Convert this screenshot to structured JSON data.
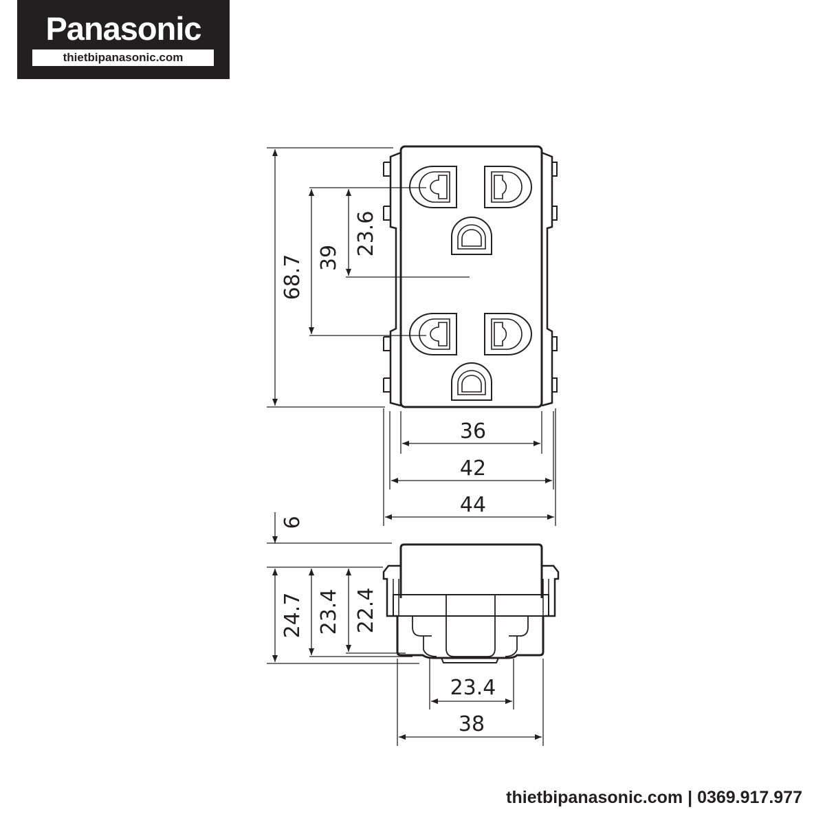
{
  "logo": {
    "brand": "Panasonic",
    "url": "thietbipanasonic.com"
  },
  "dimensions": {
    "height_total": "68.7",
    "outlet_pitch": "39",
    "outlet_offset": "23.6",
    "width_inner": "36",
    "width_mid": "42",
    "width_total": "44",
    "face_depth": "6",
    "depth_total": "24.7",
    "depth_mid": "23.4",
    "depth_inner": "22.4",
    "base_width": "23.4",
    "side_width": "38"
  },
  "footer": {
    "website": "thietbipanasonic.com",
    "separator": "|",
    "phone": "0369.917.977"
  },
  "colors": {
    "ink": "#231f20",
    "logo_bg": "#231f20"
  }
}
